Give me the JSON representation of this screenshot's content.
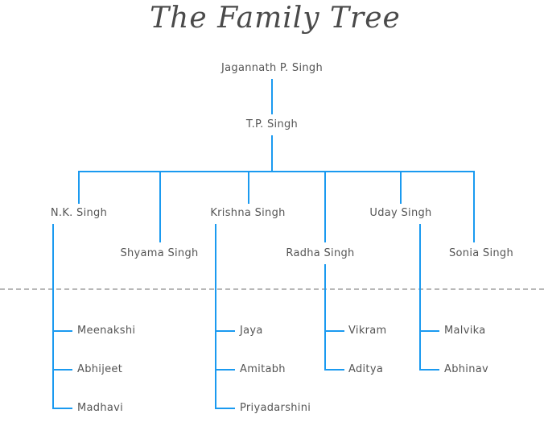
{
  "title": "The Family Tree",
  "colors": {
    "connector": "#1a9af0",
    "text": "#555555",
    "divider": "#b8b8b8"
  },
  "tree": {
    "root": "Jagannath P. Singh",
    "second": "T.P. Singh",
    "children": [
      {
        "name": "N.K. Singh",
        "children": [
          "Meenakshi",
          "Abhijeet",
          "Madhavi"
        ]
      },
      {
        "name": "Shyama Singh",
        "children": []
      },
      {
        "name": "Krishna Singh",
        "children": [
          "Jaya",
          "Amitabh",
          "Priyadarshini"
        ]
      },
      {
        "name": "Radha Singh",
        "children": [
          "Vikram",
          "Aditya"
        ]
      },
      {
        "name": "Uday Singh",
        "children": [
          "Malvika",
          "Abhinav"
        ]
      },
      {
        "name": "Sonia Singh",
        "children": []
      }
    ]
  }
}
